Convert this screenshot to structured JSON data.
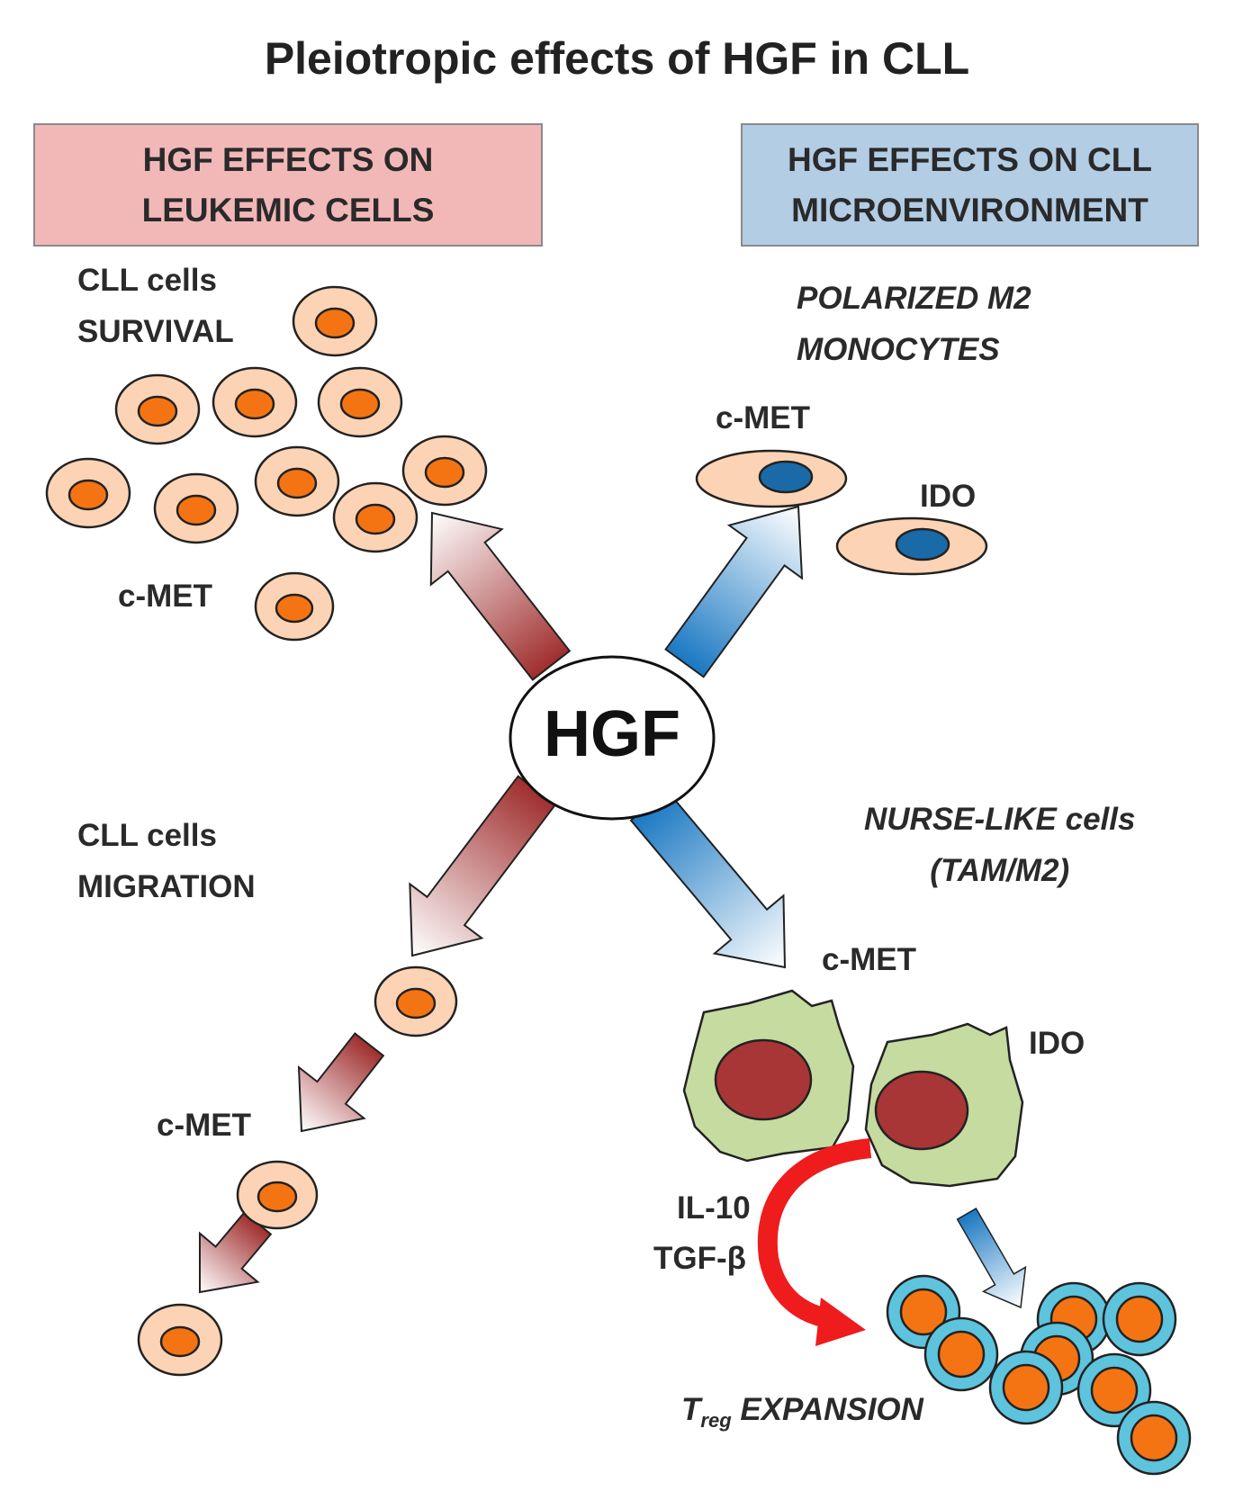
{
  "title": "Pleiotropic  effects of HGF in CLL",
  "center_label": "HGF",
  "left_panel": {
    "header_line1": "HGF EFFECTS ON",
    "header_line2": "LEUKEMIC CELLS",
    "survival_line1": "CLL cells",
    "survival_line2": "SURVIVAL",
    "survival_receptor": "c-MET",
    "migration_line1": "CLL cells",
    "migration_line2": "MIGRATION",
    "migration_receptor": "c-MET"
  },
  "right_panel": {
    "header_line1": "HGF EFFECTS ON CLL",
    "header_line2": "MICROENVIRONMENT",
    "monocytes_line1": "POLARIZED M2",
    "monocytes_line2": "MONOCYTES",
    "monocyte_receptor": "c-MET",
    "monocyte_enzyme": "IDO",
    "nurse_line1": "NURSE-LIKE cells",
    "nurse_line2": "(TAM/M2)",
    "nurse_receptor": "c-MET",
    "nurse_enzyme": "IDO",
    "cytokine_1": "IL-10",
    "cytokine_2": "TGF-β",
    "treg_main": "T",
    "treg_sub": "reg",
    "treg_suffix": " EXPANSION"
  },
  "colors": {
    "left_box": "#f2b8b8",
    "right_box": "#b2cde4",
    "cell_body": "#fcd3b4",
    "cell_nucleus": "#f47414",
    "monocyte_nucleus": "#1a6aa8",
    "nurse_body": "#c5dba0",
    "nurse_nucleus": "#a93636",
    "treg_ring": "#5ec3dc",
    "red_arrow": "#a83838",
    "blue_arrow": "#1b7ac4",
    "cytokine_arrow": "#ee1c1c"
  }
}
